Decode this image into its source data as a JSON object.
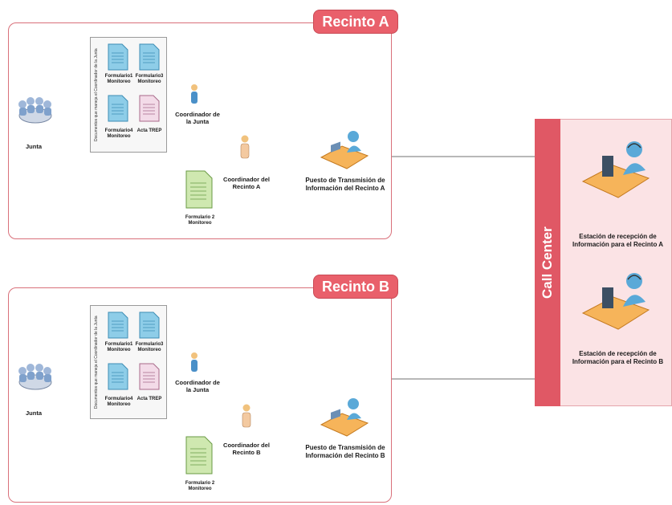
{
  "regions": [
    {
      "title": "Recinto A",
      "junta": "Junta",
      "side_note": "Documentos que maneja el Coordinador de la Junta",
      "docs": [
        "Formulario1 Monitoreo",
        "Formulario3 Monitoreo",
        "Formulario4 Monitoreo",
        "Acta TREP"
      ],
      "coord_junta": "Coordinador de la Junta",
      "coord_recinto": "Coordinador del Recinto A",
      "form2": "Formulario 2 Monitoreo",
      "puesto": "Puesto de Transmisión de Información del Recinto A"
    },
    {
      "title": "Recinto B",
      "junta": "Junta",
      "side_note": "Documentos que maneja el Coordinador de la Junta",
      "docs": [
        "Formulario1 Monitoreo",
        "Formulario3 Monitoreo",
        "Formulario4 Monitoreo",
        "Acta TREP"
      ],
      "coord_junta": "Coordinador de la Junta",
      "coord_recinto": "Coordinador del Recinto B",
      "form2": "Formulario 2 Monitoreo",
      "puesto": "Puesto de Transmisión de Información del Recinto B"
    }
  ],
  "call_center": {
    "title": "Call Center",
    "station_a": "Estación de recepción de Información para el Recinto A",
    "station_b": "Estación de recepción de Información para el Recinto B"
  },
  "colors": {
    "accent": "#e9606b",
    "border": "#d9707a",
    "panel": "#fbe3e5",
    "doc_blue": "#8ecde8",
    "doc_green": "#cfe8b0",
    "doc_pink": "#f3dbe8"
  }
}
